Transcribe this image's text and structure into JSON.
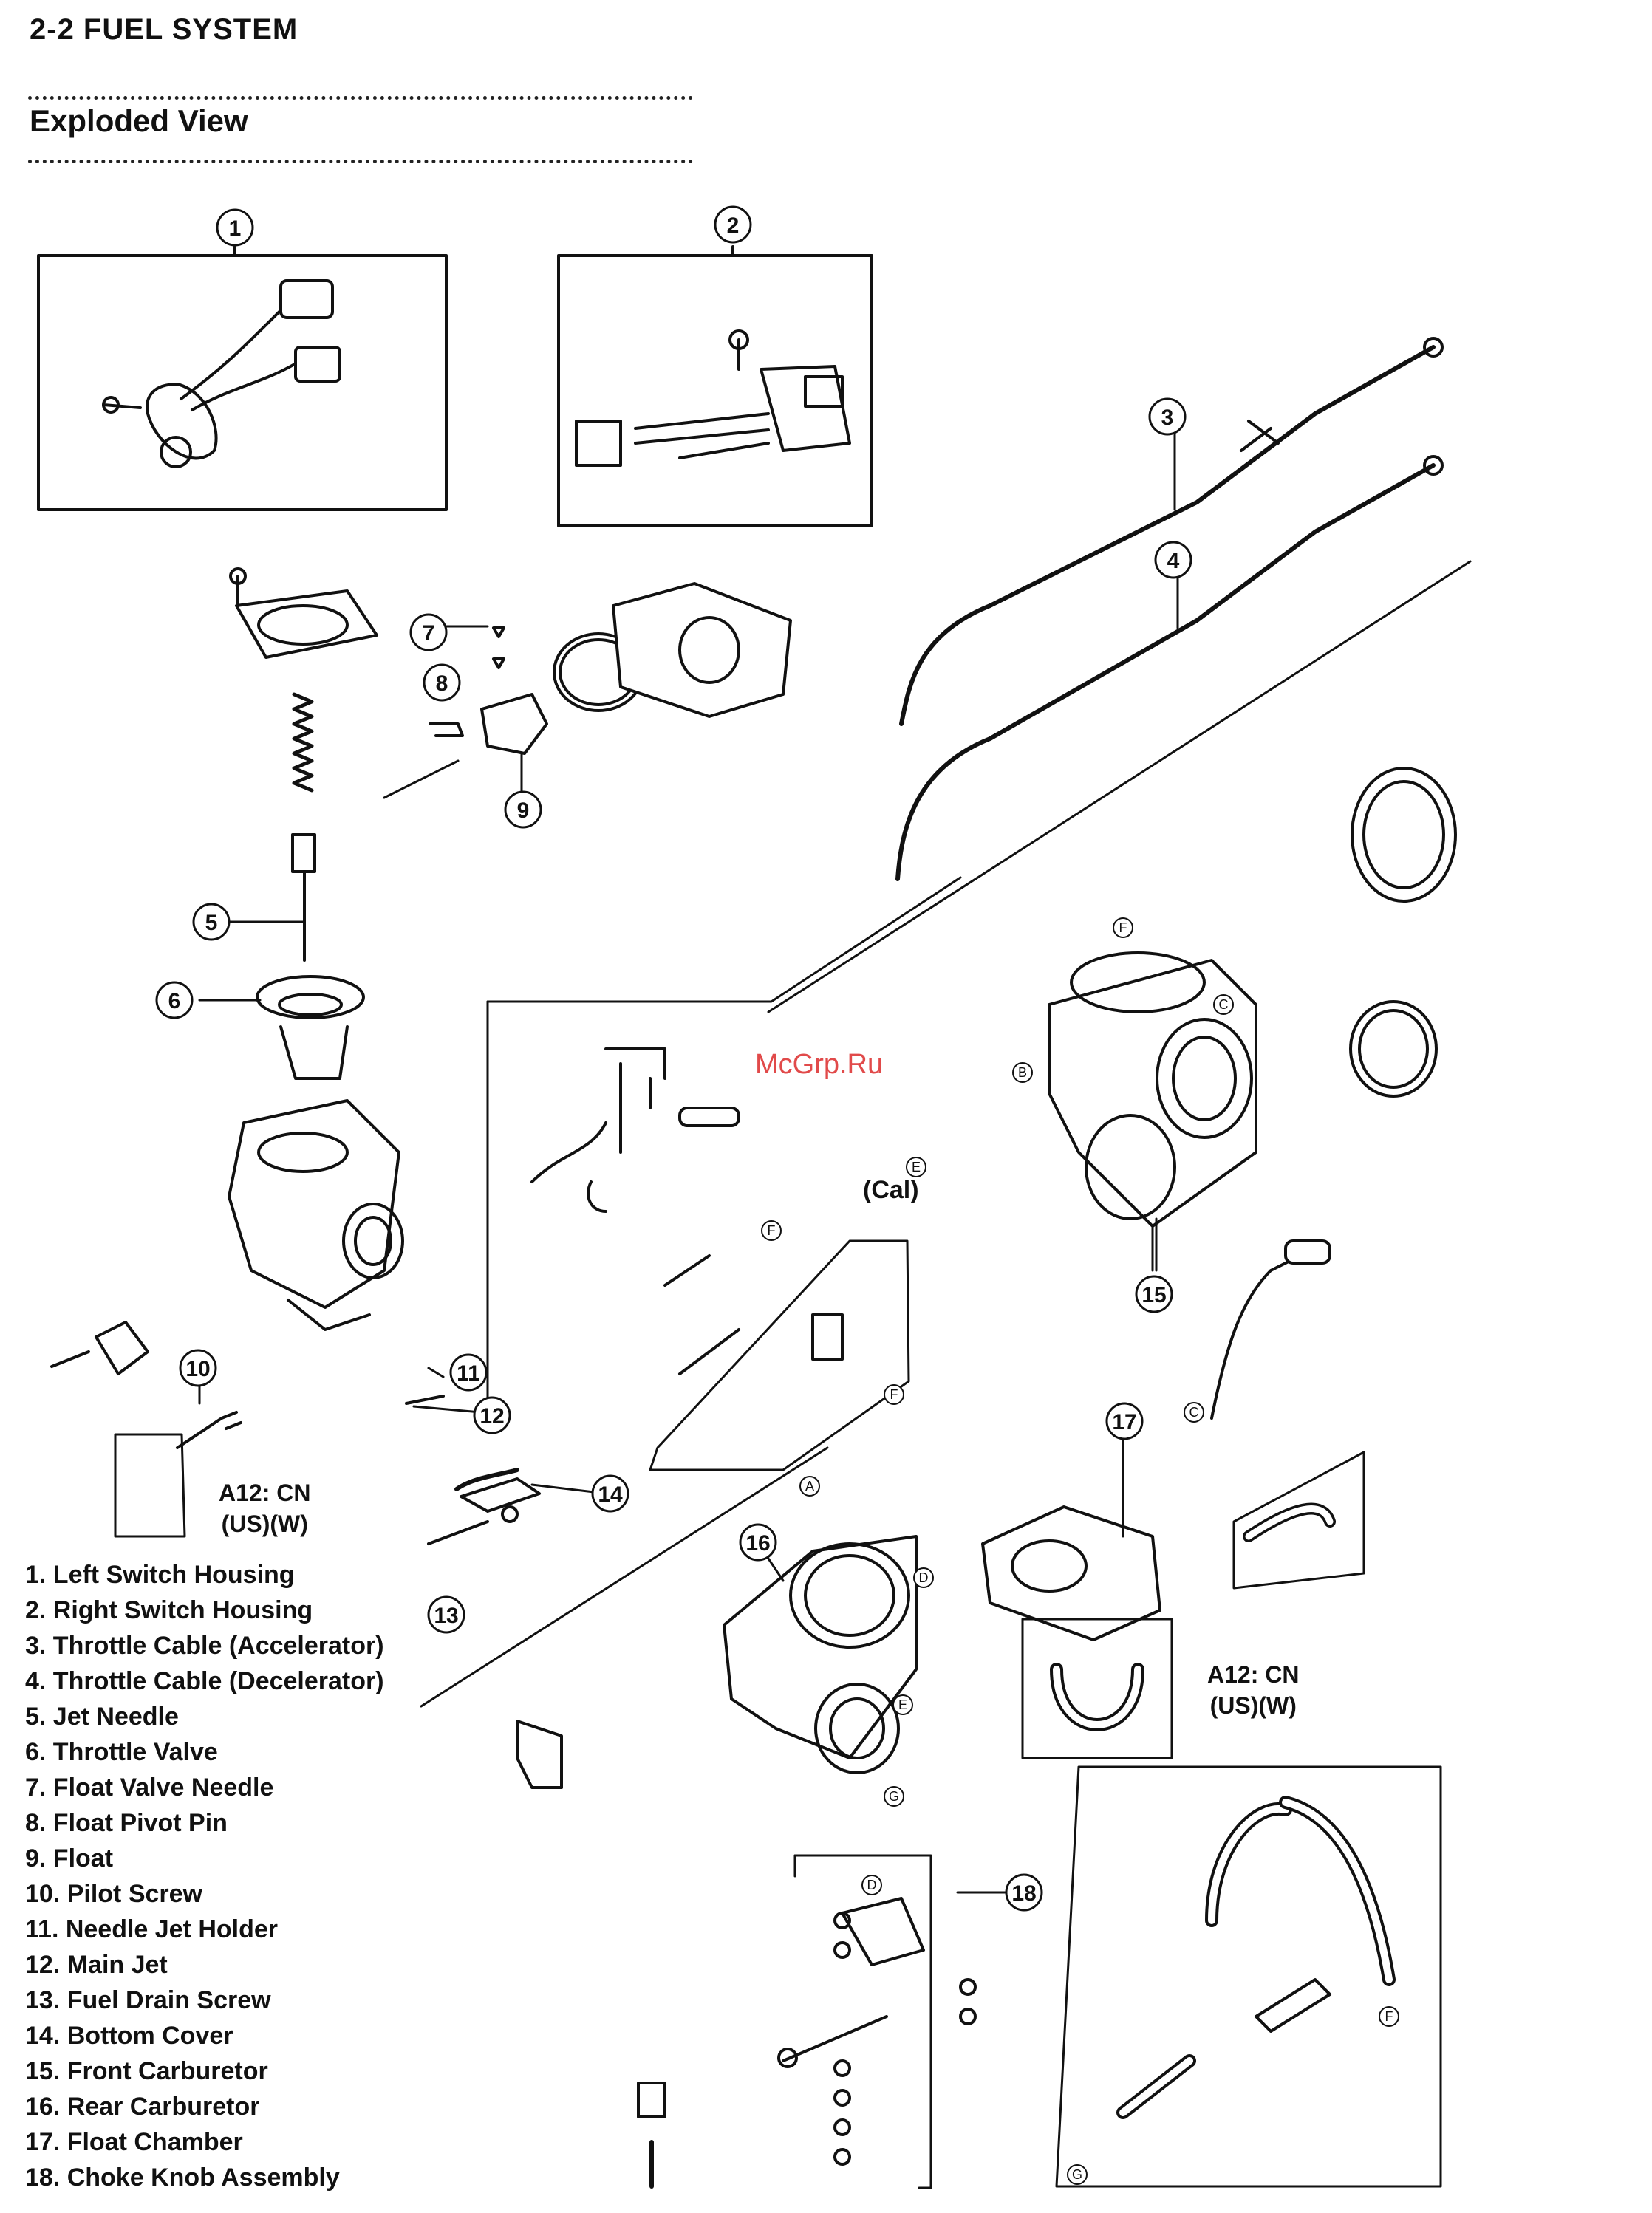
{
  "header": {
    "section": "2-2 FUEL SYSTEM",
    "view_title": "Exploded View"
  },
  "callouts": [
    "1",
    "2",
    "3",
    "4",
    "5",
    "6",
    "7",
    "8",
    "9",
    "10",
    "11",
    "12",
    "13",
    "14",
    "15",
    "16",
    "17",
    "18"
  ],
  "letters": [
    "A",
    "B",
    "C",
    "D",
    "E",
    "F",
    "G"
  ],
  "notes": {
    "cal": "(Cal)",
    "a12_left_line1": "A12: CN",
    "a12_left_line2": "(US)(W)",
    "a12_right_line1": "A12: CN",
    "a12_right_line2": "(US)(W)"
  },
  "watermark": "McGrp.Ru",
  "legend": [
    "1. Left Switch Housing",
    "2. Right Switch Housing",
    "3. Throttle Cable (Accelerator)",
    "4. Throttle Cable (Decelerator)",
    "5. Jet Needle",
    "6. Throttle Valve",
    "7. Float Valve Needle",
    "8. Float Pivot Pin",
    "9. Float",
    "10. Pilot Screw",
    "11. Needle Jet Holder",
    "12. Main Jet",
    "13. Fuel Drain Screw",
    "14. Bottom Cover",
    "15. Front Carburetor",
    "16. Rear Carburetor",
    "17. Float Chamber",
    "18. Choke Knob Assembly"
  ]
}
